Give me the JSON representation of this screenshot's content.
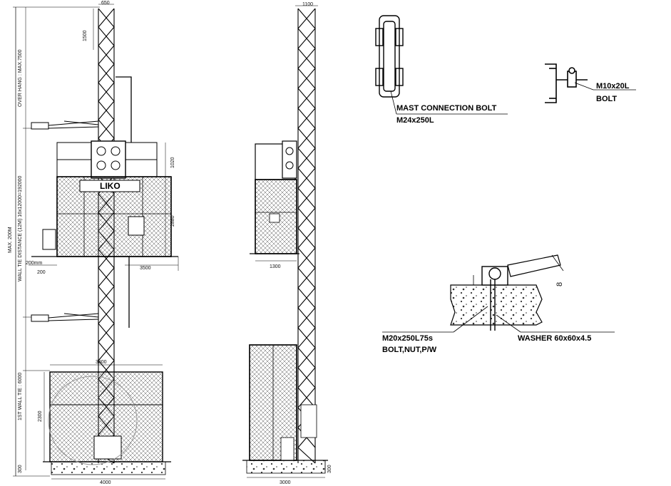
{
  "drawing": {
    "left_view": {
      "brand": "LIKO",
      "dims": {
        "top_width": "650",
        "top_height": "1500",
        "overhang": "OVER HANG : MAX.7500",
        "max_height": "MAX. 200M",
        "wall_tie_distance": "WALL TIE DISTANCE (12M) 16x12000=192000",
        "first_wall_tie": "1ST WALL TIE : 6000",
        "cage_top": "1020",
        "cage_height": "2880",
        "tie_200mm": "200mm",
        "tie_200": "200",
        "reach_3500": "3500",
        "fence_width": "3800",
        "fence_height": "2300",
        "base_height": "300",
        "base_width": "4000"
      }
    },
    "middle_view": {
      "dims": {
        "mast_width": "1100",
        "cage_width": "1300",
        "base_width": "3000",
        "base_height": "300"
      }
    },
    "details": {
      "mast_bolt": {
        "line1": "MAST CONNECTION BOLT",
        "line2": "M24x250L"
      },
      "channel_bolt": {
        "line1": "M10x20L",
        "line2": "BOLT"
      },
      "anchor": {
        "bolt_line1": "M20x250L75s",
        "bolt_line2": "BOLT,NUT,P/W",
        "washer": "WASHER 60x60x4.5",
        "angle": "8"
      }
    }
  }
}
